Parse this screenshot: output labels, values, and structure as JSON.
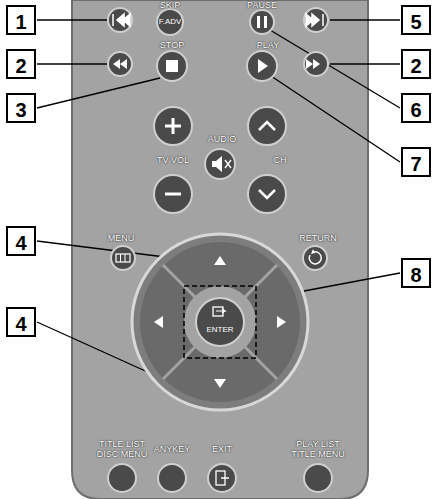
{
  "diagram": {
    "labels": [
      "SKIP",
      "PAUSE",
      "1",
      "F.ADV",
      "5",
      "STOP",
      "PLAY",
      "2",
      "2",
      "3",
      "6",
      "AUDIO",
      "TV VOL",
      "CH",
      "7",
      "MENU",
      "RETURN",
      "4",
      "8",
      "ENTER",
      "4",
      "TITLE LIST",
      "DISC MENU",
      "ANYKEY",
      "EXIT",
      "PLAY LIST",
      "TITLE MENU"
    ]
  }
}
